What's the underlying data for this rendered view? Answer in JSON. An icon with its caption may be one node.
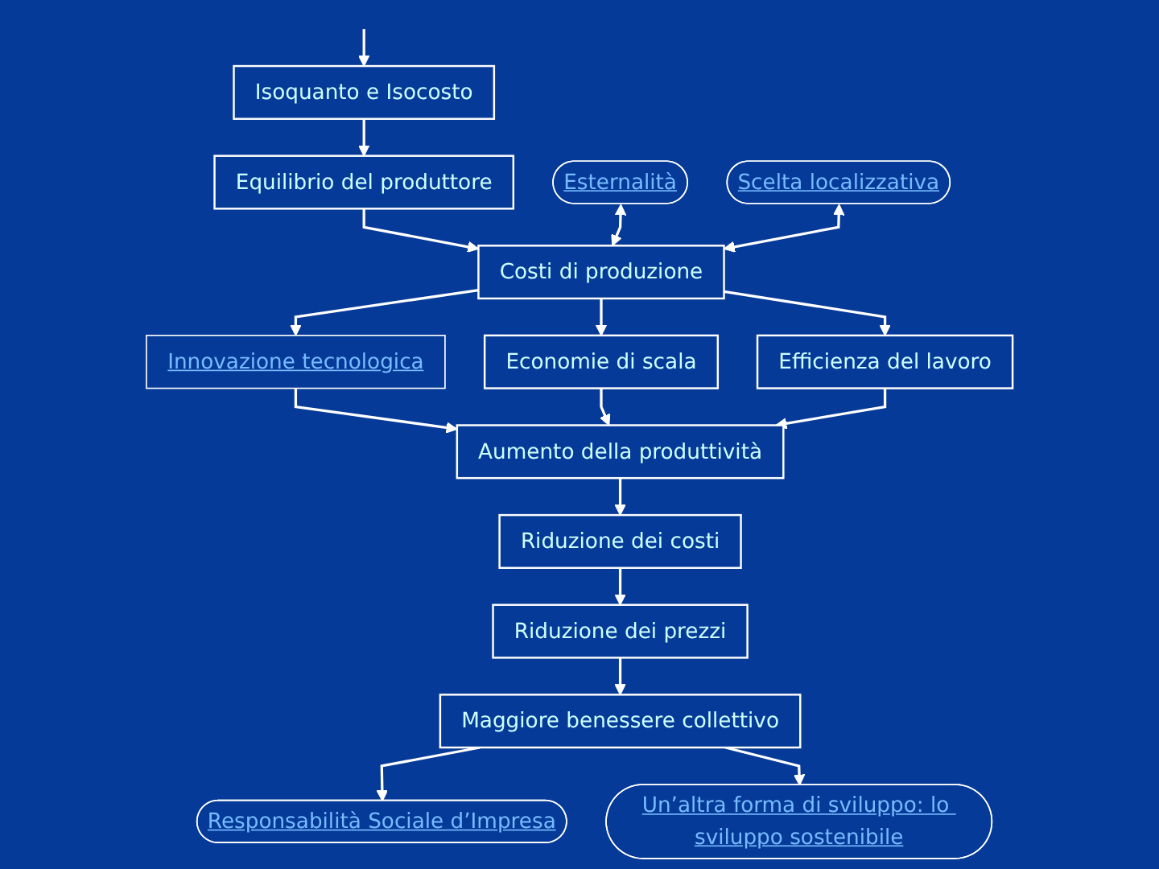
{
  "diagram": {
    "nodes": [
      {
        "text": [
          "Isoquanto e Isocosto"
        ]
      },
      {
        "text": [
          "Equilibrio del produttore"
        ]
      },
      {
        "text": [
          "Esternalità"
        ]
      },
      {
        "text": [
          "Costi di produzione"
        ]
      },
      {
        "text": [
          "Scelta localizzativa"
        ]
      },
      {
        "text": [
          "Innovazione tecnologica"
        ]
      },
      {
        "text": [
          "Economie di scala"
        ]
      },
      {
        "text": [
          "Efficienza del lavoro"
        ]
      },
      {
        "text": [
          "Aumento della produttività"
        ]
      },
      {
        "text": [
          "Riduzione dei costi"
        ]
      },
      {
        "text": [
          "Riduzione dei prezzi"
        ]
      },
      {
        "text": [
          "Responsabilità Sociale d’Impresa"
        ]
      },
      {
        "text": [
          "Maggiore benessere collettivo"
        ]
      },
      {
        "text": [
          "Un’altra forma di sviluppo: lo sviluppo sostenibile"
        ]
      }
    ],
    "edges": [
      {
        "from": null,
        "to": 0,
        "arrow": "to"
      },
      {
        "from": 0,
        "to": 1,
        "arrow": "to"
      },
      {
        "from": 1,
        "to": 3,
        "arrow": "to"
      },
      {
        "from": 2,
        "to": 3,
        "arrow": "both"
      },
      {
        "from": 4,
        "to": 3,
        "arrow": "both"
      },
      {
        "from": 3,
        "to": 5,
        "arrow": "to"
      },
      {
        "from": 3,
        "to": 6,
        "arrow": "to"
      },
      {
        "from": 3,
        "to": 7,
        "arrow": "to"
      },
      {
        "from": 5,
        "to": 8,
        "arrow": "to"
      },
      {
        "from": 6,
        "to": 8,
        "arrow": "to"
      },
      {
        "from": 7,
        "to": 8,
        "arrow": "to"
      },
      {
        "from": 8,
        "to": 9,
        "arrow": "to"
      },
      {
        "from": 9,
        "to": 10,
        "arrow": "to"
      },
      {
        "from": 10,
        "to": 12,
        "arrow": "to"
      },
      {
        "from": 12,
        "to": 11,
        "arrow": "to"
      },
      {
        "from": 12,
        "to": 13,
        "arrow": "to"
      }
    ]
  }
}
